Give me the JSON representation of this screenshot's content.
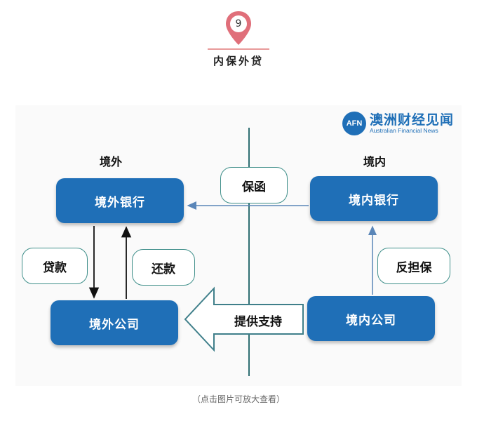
{
  "header": {
    "badge_number": "9",
    "title": "内保外贷"
  },
  "logo": {
    "mark": "AFN",
    "name_cn": "澳洲财经见闻",
    "name_en": "Australian Financial News"
  },
  "sections": {
    "offshore": "境外",
    "onshore": "境内"
  },
  "nodes": {
    "offshore_bank": "境外银行",
    "onshore_bank": "境内银行",
    "offshore_company": "境外公司",
    "onshore_company": "境内公司"
  },
  "edges": {
    "guarantee": "保函",
    "loan": "贷款",
    "repayment": "还款",
    "counter_guarantee": "反担保",
    "provide_support": "提供支持"
  },
  "colors": {
    "box_blue": "#1f6fb7",
    "accent_pink": "#e06f7a",
    "outline_teal": "#3f8f8a",
    "arrow_blue": "#5a86b8"
  },
  "footer": {
    "caption": "（点击图片可放大查看）"
  }
}
